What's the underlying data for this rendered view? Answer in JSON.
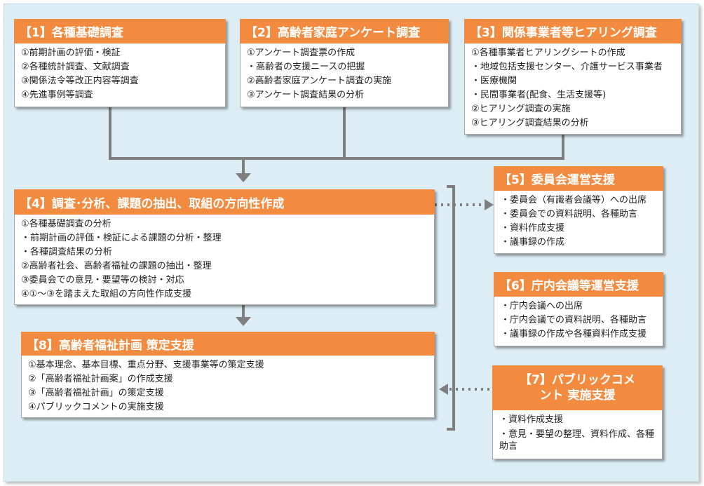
{
  "boxes": {
    "b1": {
      "title": "【1】各種基礎調査",
      "lines": [
        "①前期計画の評価・検証",
        "②各種統計調査、文献調査",
        "③関係法令等改正内容等調査",
        "④先進事例等調査"
      ]
    },
    "b2": {
      "title": "【2】高齢者家庭アンケート調査",
      "lines": [
        "①アンケート調査票の作成",
        "・高齢者の支援ニースの把握",
        "②高齢者家庭アンケート調査の実施",
        "③アンケート調査結果の分析"
      ]
    },
    "b3": {
      "title": "【3】関係事業者等ヒアリング調査",
      "lines": [
        "①各種事業者ヒアリングシートの作成",
        "・地域包括支援センター、介護サービス事業者",
        "・医療機関",
        "・民間事業者(配食、生活支援等)",
        "②ヒアリング調査の実施",
        "③ヒアリング調査結果の分析"
      ]
    },
    "b4": {
      "title": "【4】調査･分析、課題の抽出、取組の方向性作成",
      "lines": [
        "①各種基礎調査の分析",
        "・前期計画の評価・検証による課題の分析・整理",
        "・各種調査結果の分析",
        "②高齢者社会、高齢者福祉の課題の抽出・整理",
        "③委員会での意見・要望等の検討・対応",
        "④①～③を踏まえた取組の方向性作成支援"
      ]
    },
    "b5": {
      "title": "【5】委員会運営支援",
      "lines": [
        "・委員会（有識者会議等）への出席",
        "・委員会での資料説明、各種助言",
        "・資料作成支援",
        "・議事録の作成"
      ]
    },
    "b6": {
      "title": "【6】庁内会議等運営支援",
      "lines": [
        "・庁内会議への出席",
        "・庁内会議での資料説明、各種助言",
        "・議事録の作成や各種資料作成支援"
      ]
    },
    "b7": {
      "title": "【7】パブリックコメント 実施支援",
      "lines": [
        "・資料作成支援",
        "・意見・要望の整理、資料作成、各種助言"
      ]
    },
    "b8": {
      "title": "【8】高齢者福祉計画 策定支援",
      "lines": [
        "①基本理念、基本目標、重点分野、支援事業等の策定支援",
        "②「高齢者福祉計画案」の作成支援",
        "③「高齢者福祉計画」の策定支援",
        "④パブリックコメントの実施支援"
      ]
    }
  },
  "colors": {
    "header": "#f28b3f",
    "panel": "#dcedf5",
    "connector": "#7f7f7f"
  }
}
